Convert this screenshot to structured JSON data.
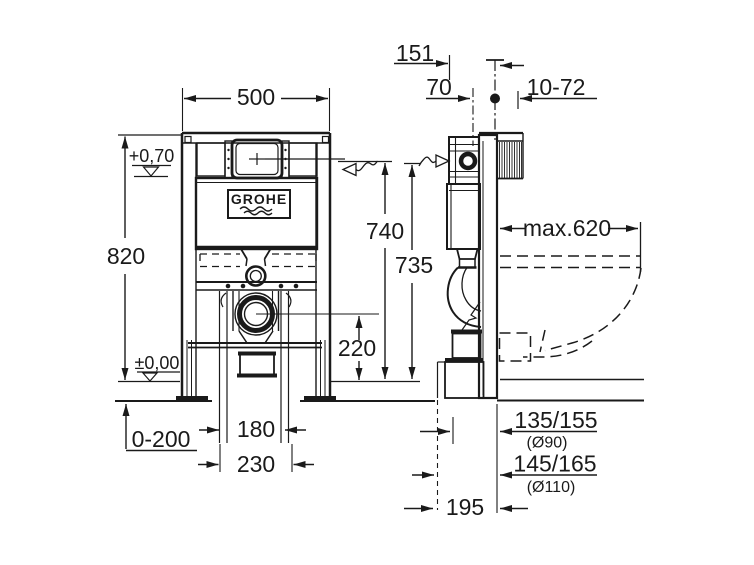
{
  "brand": "GROHE",
  "front": {
    "width": "500",
    "height": "820",
    "plate_level": "+0,70",
    "floor_level": "±0,00",
    "foot_adjust": "0-200",
    "bolt_spacing": "180",
    "outlet_width": "230",
    "outlet_height": "220"
  },
  "side": {
    "depth": "151",
    "supply_offset": "70",
    "wall_range": "10-72",
    "plate_height": "740",
    "cistern_height": "735",
    "pan_depth": "max.620",
    "drain_a": "135/155",
    "drain_a_dia": "(Ø90)",
    "drain_b": "145/165",
    "drain_b_dia": "(Ø110)",
    "drain_offset": "195"
  }
}
